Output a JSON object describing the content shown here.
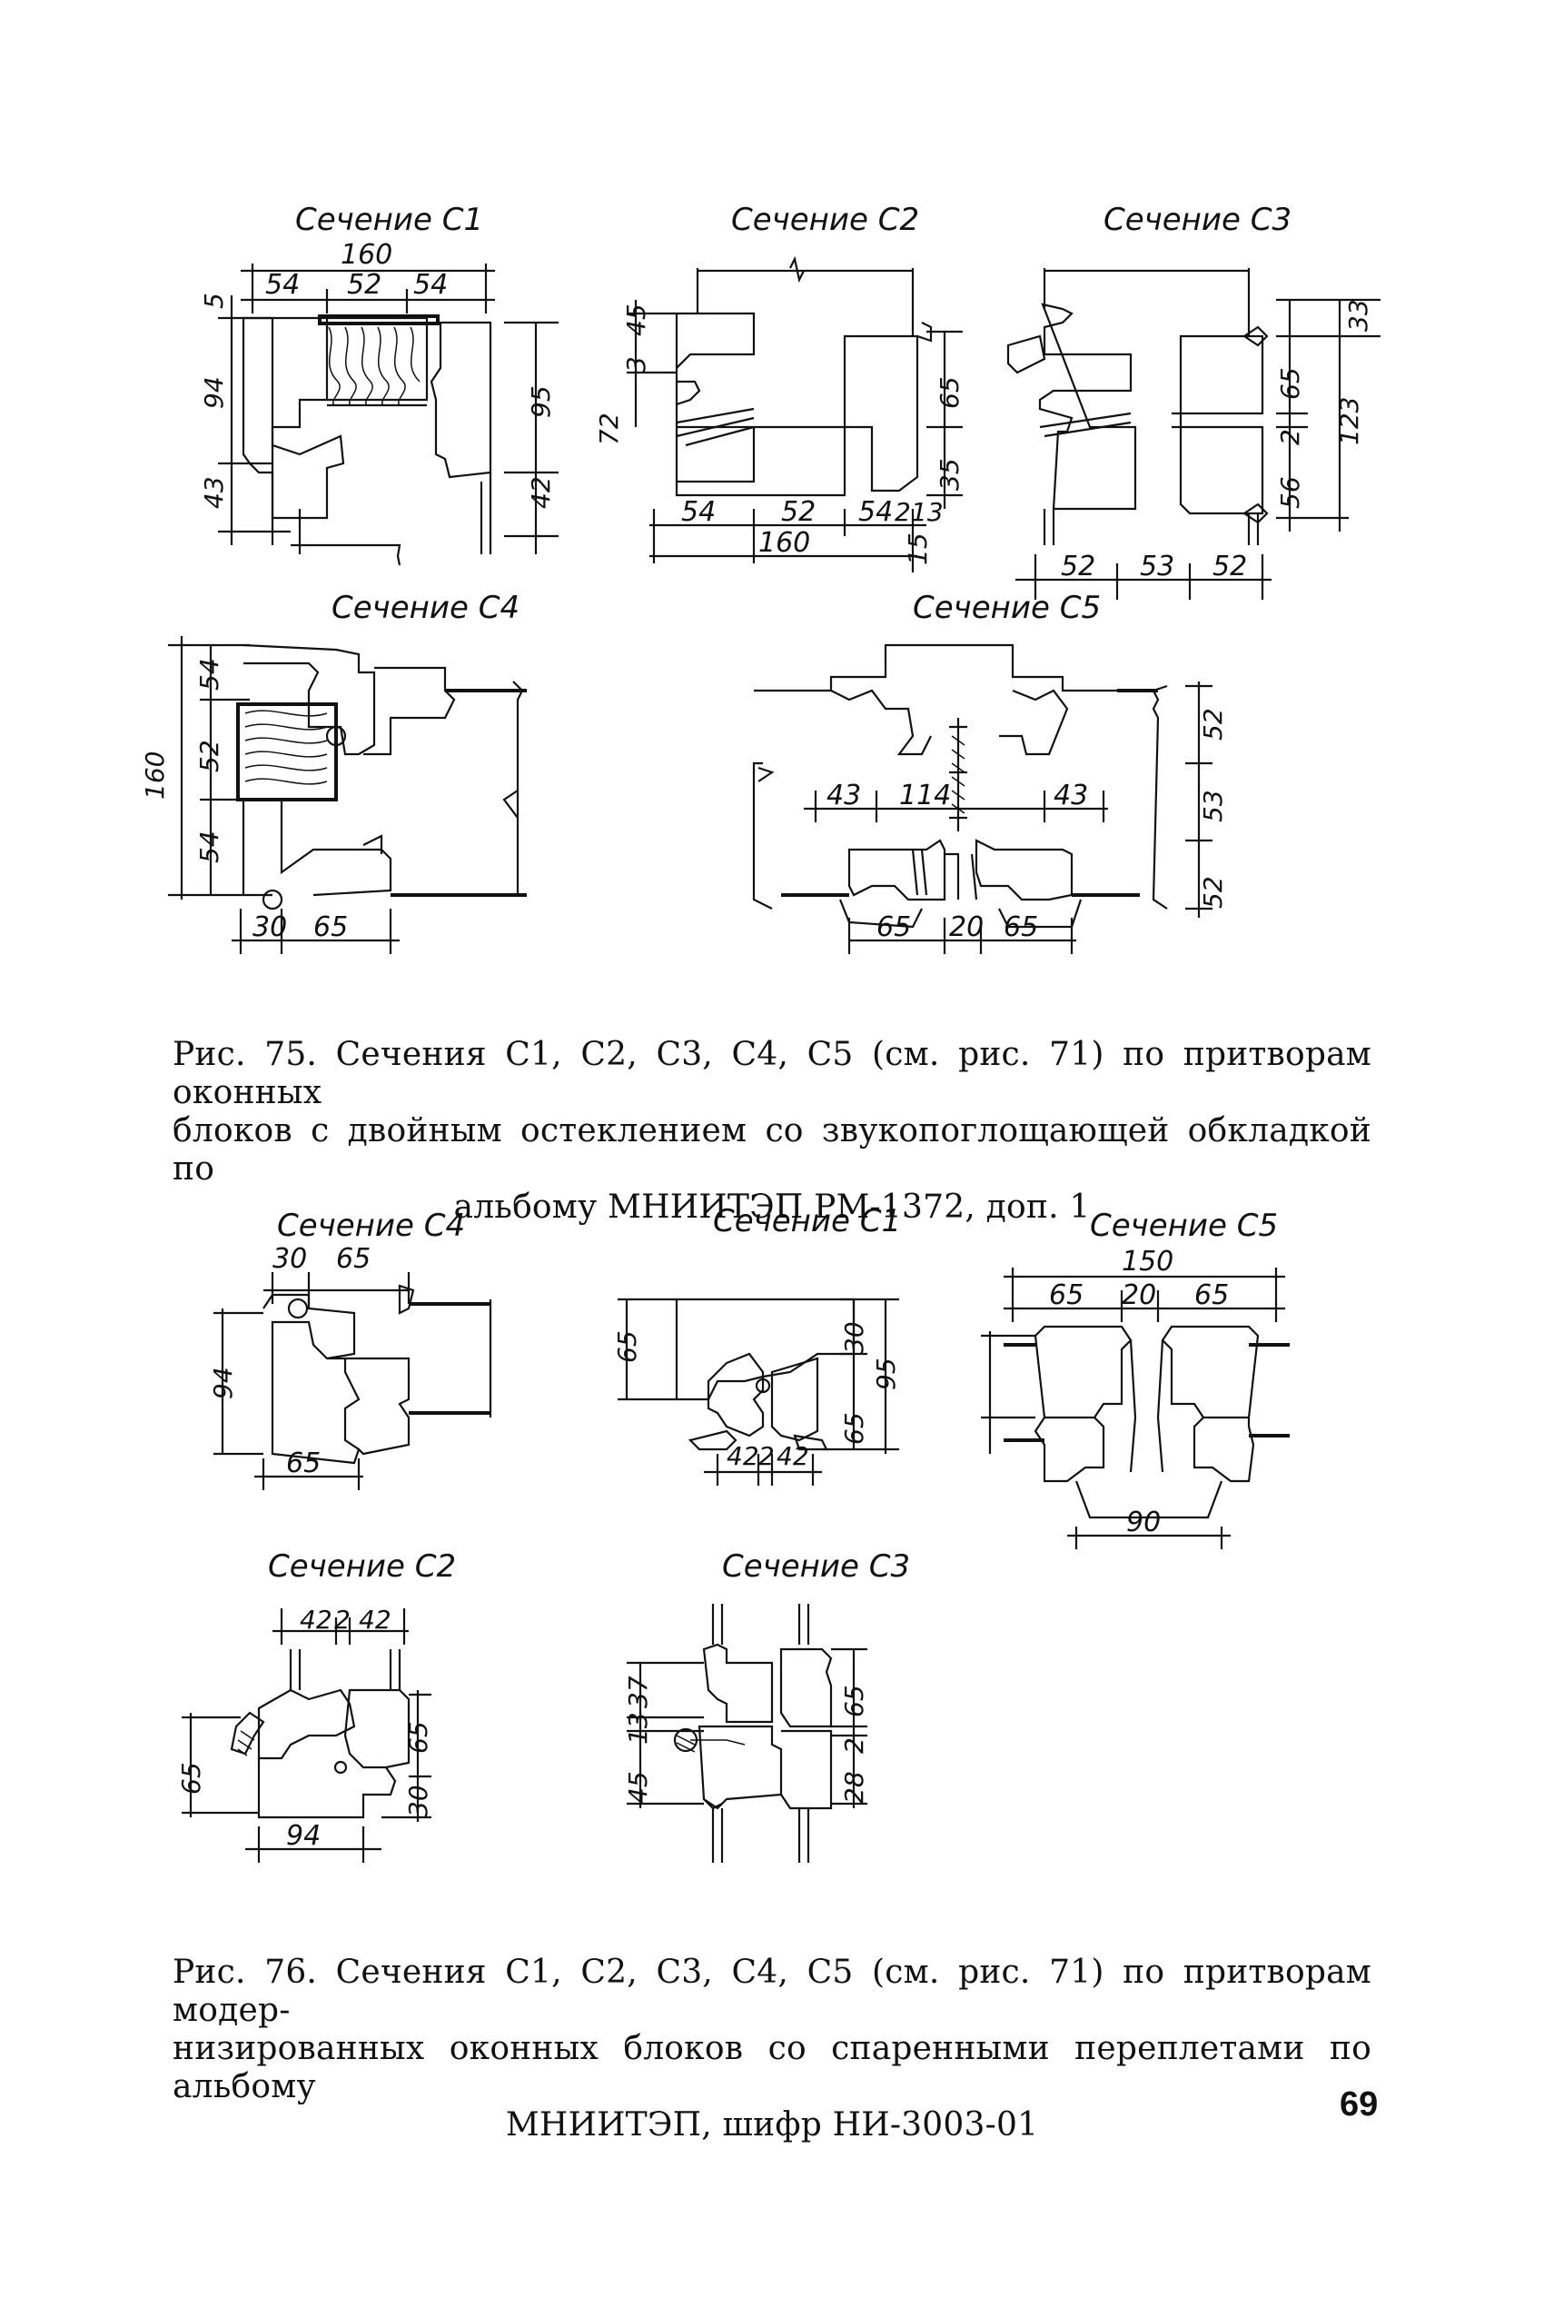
{
  "figure75": {
    "caption_line1": "Рис. 75. Сечения С1, С2, С3, С4, С5 (см. рис. 71) по притворам оконных",
    "caption_line2": "блоков с двойным остеклением со звукопоглощающей обкладкой по",
    "caption_line3": "альбому МНИИТЭП РМ-1372, доп. 1",
    "sections": [
      {
        "label": "Сечение С1",
        "dims": [
          "160",
          "54",
          "52",
          "54",
          "5",
          "94",
          "43",
          "95",
          "42"
        ]
      },
      {
        "label": "Сечение С2",
        "dims": [
          "45",
          "3",
          "72",
          "65",
          "35",
          "54",
          "52",
          "54",
          "2",
          "13",
          "160",
          "15"
        ]
      },
      {
        "label": "Сечение С3",
        "dims": [
          "33",
          "65",
          "2",
          "123",
          "56",
          "52",
          "53",
          "52"
        ]
      },
      {
        "label": "Сечение С4",
        "dims": [
          "54",
          "160",
          "52",
          "54",
          "30",
          "65"
        ]
      },
      {
        "label": "Сечение С5",
        "dims": [
          "52",
          "43",
          "114",
          "43",
          "53",
          "52",
          "65",
          "20",
          "65"
        ]
      }
    ]
  },
  "figure76": {
    "caption_line1": "Рис. 76. Сечения С1, С2, С3, С4, С5 (см. рис. 71) по притворам модер-",
    "caption_line2": "низированных оконных блоков со спаренными переплетами по альбому",
    "caption_line3": "МНИИТЭП, шифр НИ-3003-01",
    "sections": [
      {
        "label": "Сечение С4",
        "dims": [
          "30",
          "65",
          "94",
          "65"
        ]
      },
      {
        "label": "Сечение С1",
        "dims": [
          "65",
          "30",
          "95",
          "65",
          "42",
          "2",
          "42"
        ]
      },
      {
        "label": "Сечение С5",
        "dims": [
          "150",
          "65",
          "20",
          "65",
          "90"
        ]
      },
      {
        "label": "Сечение С2",
        "dims": [
          "42",
          "2",
          "42",
          "65",
          "65",
          "30",
          "94"
        ]
      },
      {
        "label": "Сечение С3",
        "dims": [
          "37",
          "13",
          "45",
          "65",
          "2",
          "28"
        ]
      }
    ]
  },
  "page_number": "69"
}
